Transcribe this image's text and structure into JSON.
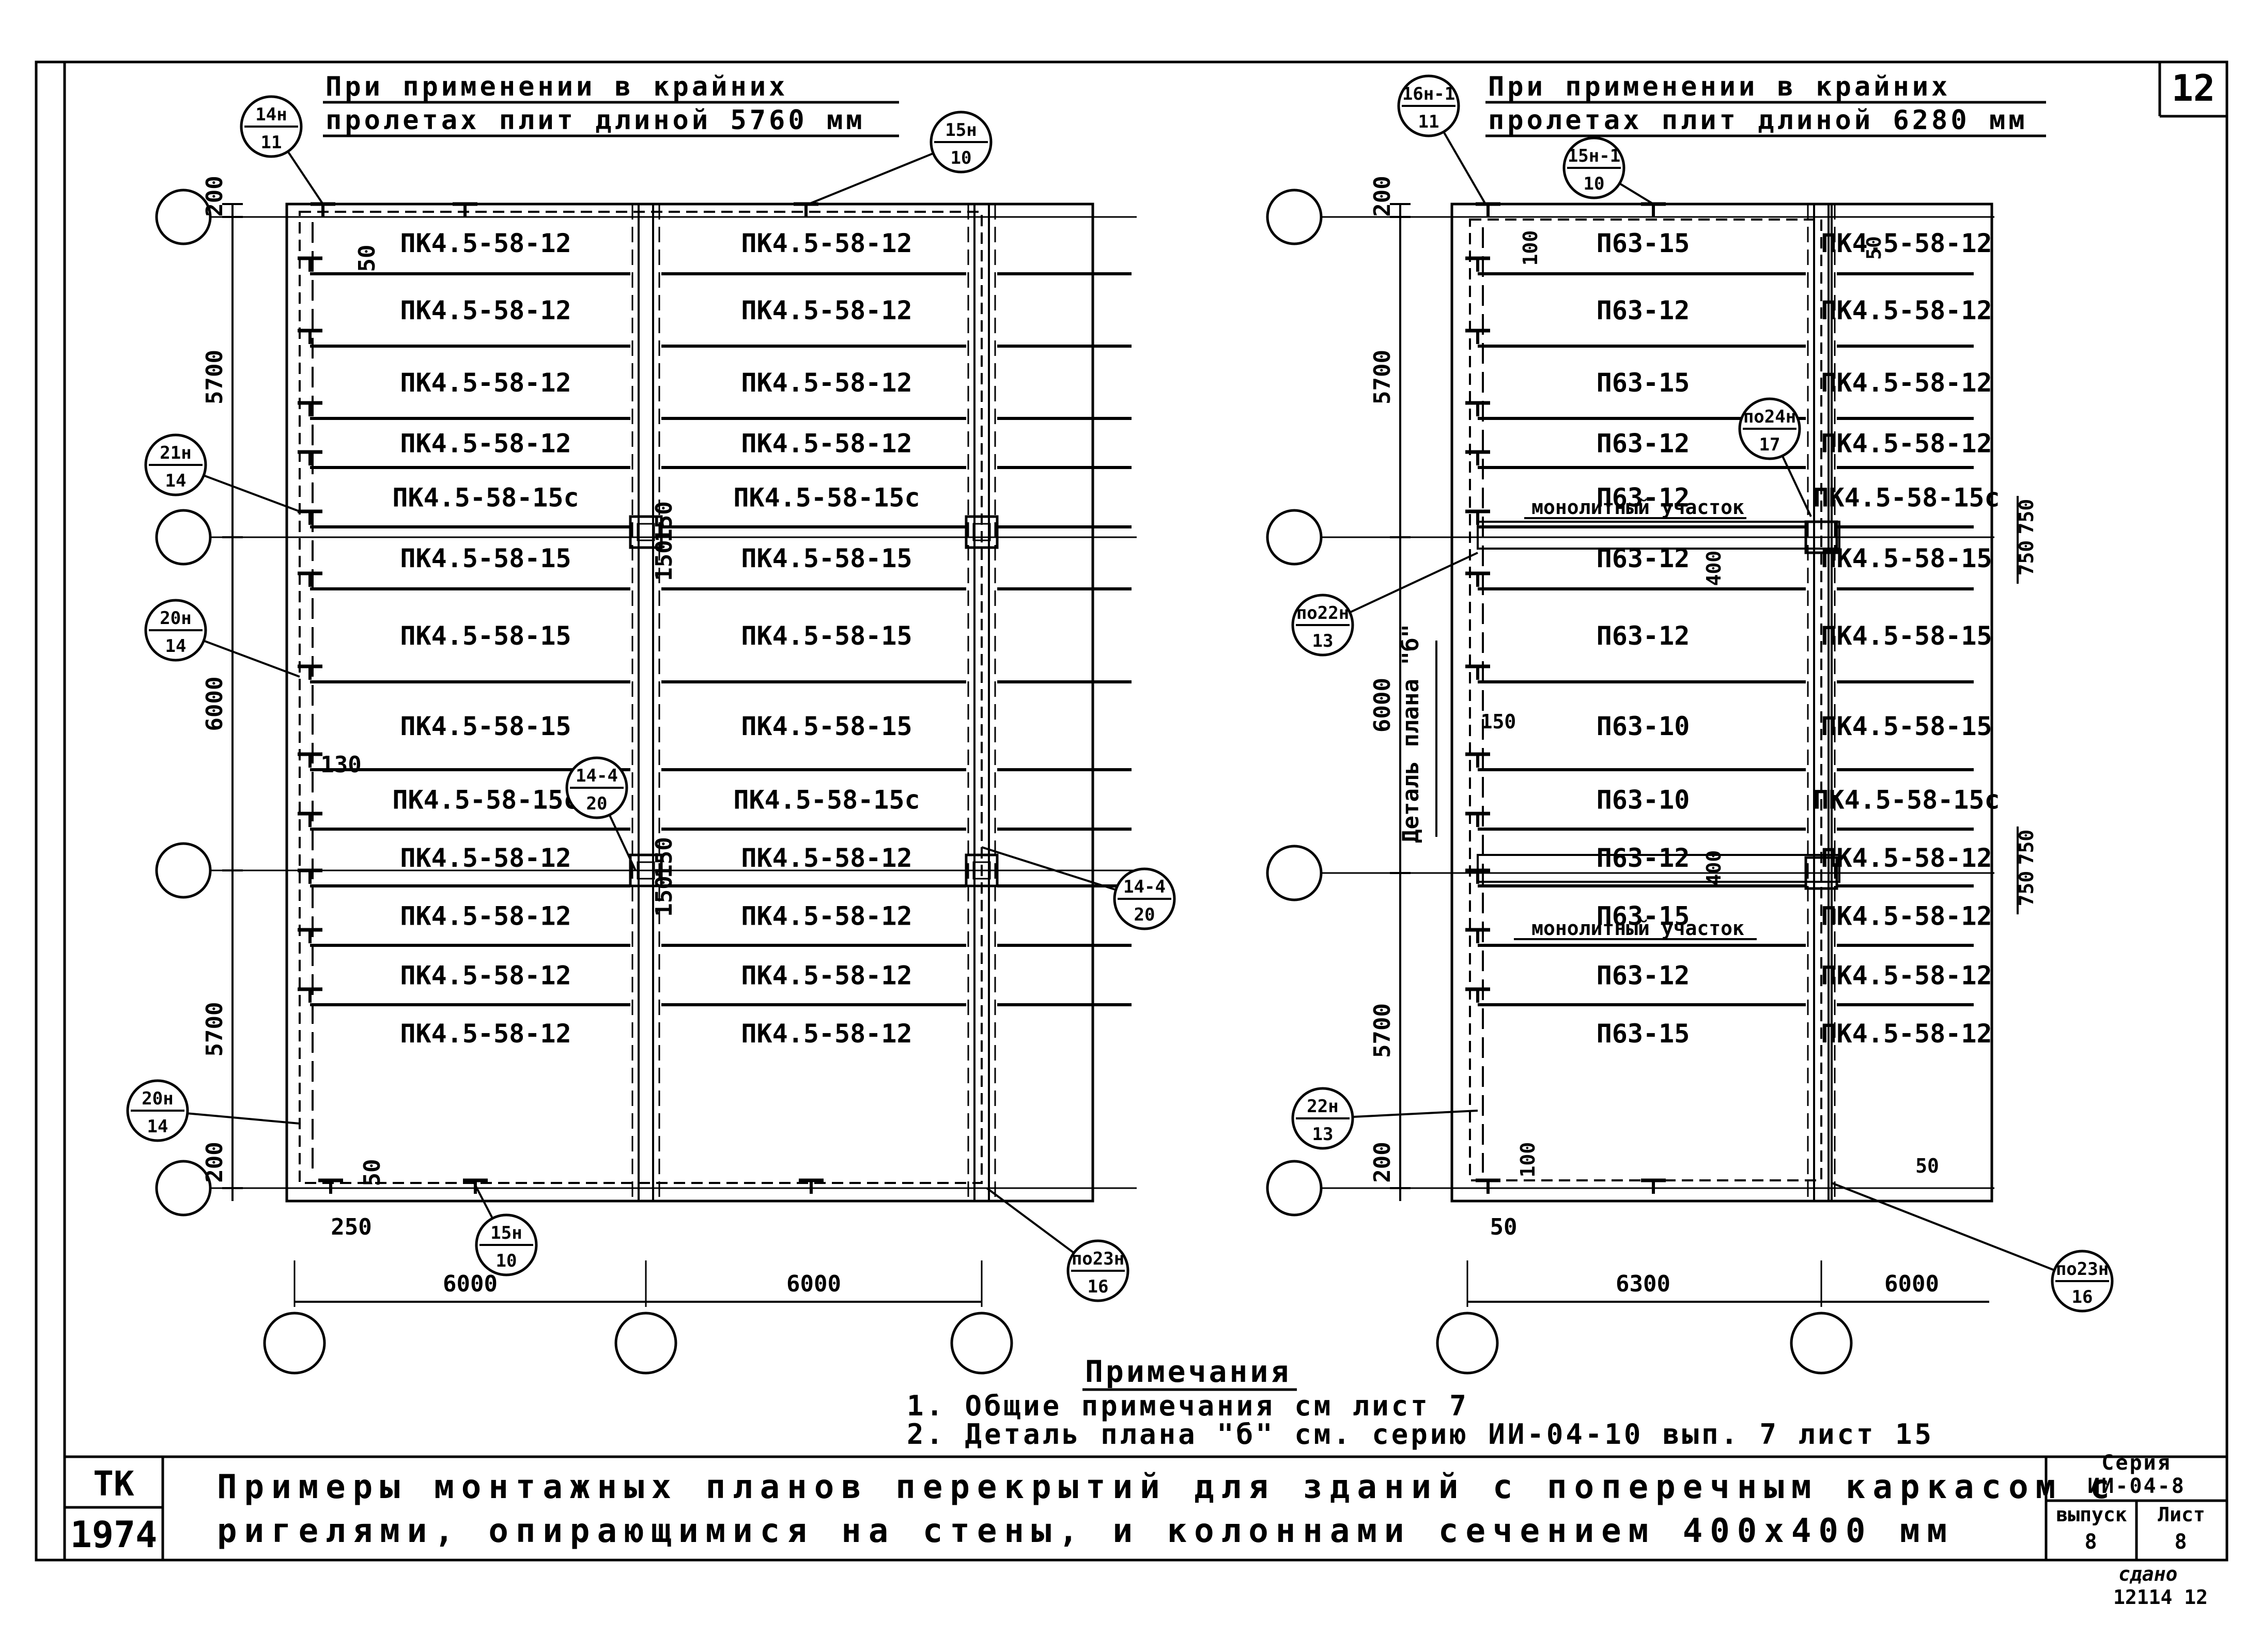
{
  "sheet_number": "12",
  "left_plan": {
    "header_line1": "При применении в крайних",
    "header_line2": "пролетах плит длиной 5760 мм",
    "slabs_col1": [
      "ПК4.5-58-12",
      "ПК4.5-58-12",
      "ПК4.5-58-12",
      "ПК4.5-58-12",
      "ПК4.5-58-15с",
      "ПК4.5-58-15",
      "ПК4.5-58-15",
      "ПК4.5-58-15",
      "ПК4.5-58-15с",
      "ПК4.5-58-12",
      "ПК4.5-58-12",
      "ПК4.5-58-12",
      "ПК4.5-58-12"
    ],
    "slabs_col2": [
      "ПК4.5-58-12",
      "ПК4.5-58-12",
      "ПК4.5-58-12",
      "ПК4.5-58-12",
      "ПК4.5-58-15с",
      "ПК4.5-58-15",
      "ПК4.5-58-15",
      "ПК4.5-58-15",
      "ПК4.5-58-15с",
      "ПК4.5-58-12",
      "ПК4.5-58-12",
      "ПК4.5-58-12",
      "ПК4.5-58-12"
    ],
    "dims_vertical": [
      "200",
      "5700",
      "6000",
      "5700",
      "200"
    ],
    "dims_horizontal": [
      "6000",
      "6000"
    ],
    "dim_labels": [
      "50",
      "150",
      "150",
      "150",
      "150",
      "130",
      "50",
      "250"
    ],
    "callouts": [
      {
        "top": "14н",
        "bottom": "11"
      },
      {
        "top": "15н",
        "bottom": "10"
      },
      {
        "top": "21н",
        "bottom": "14"
      },
      {
        "top": "20н",
        "bottom": "14"
      },
      {
        "top": "14-4",
        "bottom": "20"
      },
      {
        "top": "14-4",
        "bottom": "20"
      },
      {
        "top": "20н",
        "bottom": "14"
      },
      {
        "top": "15н",
        "bottom": "10"
      },
      {
        "top": "по23н",
        "bottom": "16"
      }
    ]
  },
  "right_plan": {
    "header_line1": "При применении в крайних",
    "header_line2": "пролетах плит длиной 6280 мм",
    "slabs_col1": [
      "П63-15",
      "П63-12",
      "П63-15",
      "П63-12",
      "П63-12",
      "П63-12",
      "П63-12",
      "П63-10",
      "П63-10",
      "П63-12",
      "П63-15",
      "П63-12",
      "П63-15"
    ],
    "slabs_col2": [
      "ПК4.5-58-12",
      "ПК4.5-58-12",
      "ПК4.5-58-12",
      "ПК4.5-58-12",
      "ПК4.5-58-15с",
      "ПК4.5-58-15",
      "ПК4.5-58-15",
      "ПК4.5-58-15",
      "ПК4.5-58-15с",
      "ПК4.5-58-12",
      "ПК4.5-58-12",
      "ПК4.5-58-12",
      "ПК4.5-58-12"
    ],
    "monolith_label": "монолитный участок",
    "detail_label": "Деталь плана \"б\"",
    "dims_vertical": [
      "200",
      "5700",
      "6000",
      "5700",
      "200"
    ],
    "dims_horizontal": [
      "6300",
      "6000"
    ],
    "dim_labels": [
      "100",
      "50",
      "400",
      "400",
      "150",
      "750",
      "750",
      "750",
      "750",
      "100",
      "50",
      "50"
    ],
    "callouts": [
      {
        "top": "16н-1",
        "bottom": "11"
      },
      {
        "top": "15н-1",
        "bottom": "10"
      },
      {
        "top": "по24н",
        "bottom": "17"
      },
      {
        "top": "по22н",
        "bottom": "13"
      },
      {
        "top": "22н",
        "bottom": "13"
      },
      {
        "top": "по23н",
        "bottom": "16"
      }
    ]
  },
  "notes": {
    "title": "Примечания",
    "line1": "1. Общие примечания см лист 7",
    "line2": "2. Деталь плана \"б\" см. серию ИИ-04-10 вып. 7 лист 15"
  },
  "title_block": {
    "tk": "ТК",
    "year": "1974",
    "title_line1": "Примеры монтажных планов перекрытий для зданий с поперечным каркасом с",
    "title_line2": "ригелями, опирающимися на стены, и колоннами сечением 400х400 мм",
    "series_label": "Серия",
    "series_value": "ИИ-04-8",
    "issue_label": "выпуск",
    "issue_value": "8",
    "sheet_label": "Лист",
    "sheet_value": "8",
    "stamp_line1": "сдано",
    "stamp_line2": "12114   12"
  }
}
